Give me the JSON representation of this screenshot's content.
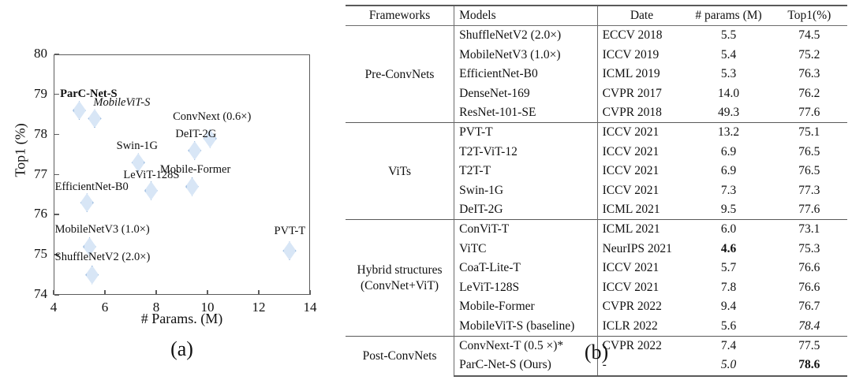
{
  "figure": {
    "panel_a_caption": "(a)",
    "panel_b_caption": "(b)"
  },
  "chart_data": {
    "type": "scatter",
    "title": "",
    "xlabel": "# Params. (M)",
    "ylabel": "Top1 (%)",
    "xlim": [
      4,
      14
    ],
    "ylim": [
      74,
      80
    ],
    "xticks": [
      "4",
      "6",
      "8",
      "10",
      "12",
      "14"
    ],
    "yticks": [
      "74",
      "75",
      "76",
      "77",
      "78",
      "79",
      "80"
    ],
    "grid": false,
    "legend": "none",
    "marker": "diamond",
    "marker_fill": "#d8e6f6",
    "marker_edge": "#7fa8d6",
    "points": [
      {
        "label": "ParC-Net-S",
        "x": 5.0,
        "y": 78.6,
        "style": "bold",
        "lx": 4.25,
        "ly": 79.0
      },
      {
        "label": "MobileViT-S",
        "x": 5.6,
        "y": 78.4,
        "style": "italic",
        "lx": 5.55,
        "ly": 78.78
      },
      {
        "label": "ConvNext (0.6×)",
        "x": 10.1,
        "y": 77.9,
        "style": "normal",
        "lx": 8.65,
        "ly": 78.42
      },
      {
        "label": "DeIT-2G",
        "x": 9.5,
        "y": 77.6,
        "style": "normal",
        "lx": 8.75,
        "ly": 78.0
      },
      {
        "label": "Swin-1G",
        "x": 7.3,
        "y": 77.3,
        "style": "normal",
        "lx": 6.45,
        "ly": 77.7
      },
      {
        "label": "Mobile-Former",
        "x": 9.4,
        "y": 76.7,
        "style": "normal",
        "lx": 8.15,
        "ly": 77.1
      },
      {
        "label": "LeViT-128S",
        "x": 7.8,
        "y": 76.6,
        "style": "normal",
        "lx": 6.72,
        "ly": 76.98
      },
      {
        "label": "EfficientNet-B0",
        "x": 5.3,
        "y": 76.3,
        "style": "normal",
        "lx": 4.05,
        "ly": 76.68
      },
      {
        "label": "MobileNetV3 (1.0×)",
        "x": 5.4,
        "y": 75.2,
        "style": "normal",
        "lx": 4.05,
        "ly": 75.62
      },
      {
        "label": "ShuffleNetV2 (2.0×)",
        "x": 5.5,
        "y": 74.5,
        "style": "normal",
        "lx": 4.05,
        "ly": 74.92
      },
      {
        "label": "PVT-T",
        "x": 13.2,
        "y": 75.1,
        "style": "normal",
        "lx": 12.6,
        "ly": 75.58
      }
    ]
  },
  "table": {
    "headers": {
      "frameworks": "Frameworks",
      "models": "Models",
      "date": "Date",
      "params": "# params (M)",
      "top1": "Top1(%)"
    },
    "groups": [
      {
        "name": "Pre-ConvNets",
        "name_lines": [
          "Pre-ConvNets"
        ],
        "rows": [
          {
            "model": "ShuffleNetV2 (2.0×)",
            "date": "ECCV 2018",
            "params": "5.5",
            "top1": "74.5"
          },
          {
            "model": "MobileNetV3 (1.0×)",
            "date": "ICCV 2019",
            "params": "5.4",
            "top1": "75.2"
          },
          {
            "model": "EfficientNet-B0",
            "date": "ICML 2019",
            "params": "5.3",
            "top1": "76.3"
          },
          {
            "model": "DenseNet-169",
            "date": "CVPR 2017",
            "params": "14.0",
            "top1": "76.2"
          },
          {
            "model": "ResNet-101-SE",
            "date": "CVPR 2018",
            "params": "49.3",
            "top1": "77.6"
          }
        ]
      },
      {
        "name": "ViTs",
        "name_lines": [
          "ViTs"
        ],
        "rows": [
          {
            "model": "PVT-T",
            "date": "ICCV 2021",
            "params": "13.2",
            "top1": "75.1"
          },
          {
            "model": "T2T-ViT-12",
            "date": "ICCV 2021",
            "params": "6.9",
            "top1": "76.5"
          },
          {
            "model": "T2T-T",
            "date": "ICCV 2021",
            "params": "6.9",
            "top1": "76.5"
          },
          {
            "model": "Swin-1G",
            "date": "ICCV 2021",
            "params": "7.3",
            "top1": "77.3"
          },
          {
            "model": "DeIT-2G",
            "date": "ICML 2021",
            "params": "9.5",
            "top1": "77.6"
          }
        ]
      },
      {
        "name": "Hybrid structures (ConvNet+ViT)",
        "name_lines": [
          "Hybrid structures",
          "(ConvNet+ViT)"
        ],
        "rows": [
          {
            "model": "ConViT-T",
            "date": "ICML 2021",
            "params": "6.0",
            "top1": "73.1"
          },
          {
            "model": "ViTC",
            "date": "NeurIPS 2021",
            "params": "4.6",
            "top1": "75.3",
            "params_style": "bold"
          },
          {
            "model": "CoaT-Lite-T",
            "date": "ICCV 2021",
            "params": "5.7",
            "top1": "76.6"
          },
          {
            "model": "LeViT-128S",
            "date": "ICCV 2021",
            "params": "7.8",
            "top1": "76.6"
          },
          {
            "model": "Mobile-Former",
            "date": "CVPR 2022",
            "params": "9.4",
            "top1": "76.7"
          },
          {
            "model": "MobileViT-S (baseline)",
            "date": "ICLR 2022",
            "params": "5.6",
            "top1": "78.4",
            "top1_style": "italic"
          }
        ]
      },
      {
        "name": "Post-ConvNets",
        "name_lines": [
          "Post-ConvNets"
        ],
        "rows": [
          {
            "model": "ConvNext-T (0.5 ×)*",
            "date": "CVPR 2022",
            "params": "7.4",
            "top1": "77.5"
          },
          {
            "model": "ParC-Net-S  (Ours)",
            "date": "-",
            "params": "5.0",
            "top1": "78.6",
            "params_style": "italic",
            "top1_style": "bold"
          }
        ]
      }
    ]
  }
}
